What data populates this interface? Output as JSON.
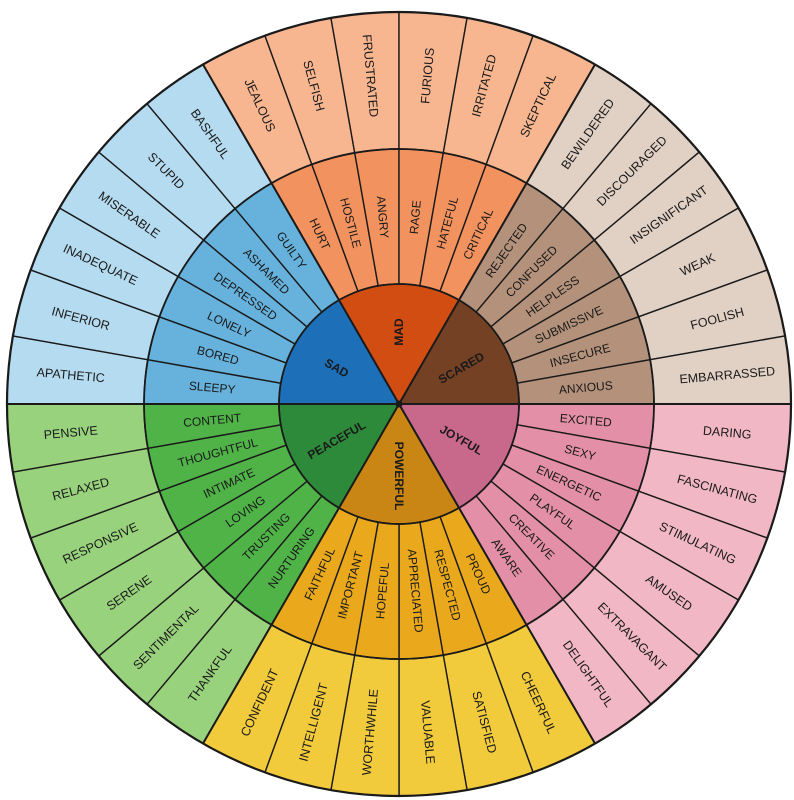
{
  "colors": {
    "stroke": "#1a1a1a",
    "background": "#ffffff"
  },
  "emotions": [
    {
      "key": "mad",
      "label": "MAD",
      "core_color": "#d24d12",
      "mid_color": "#f2925e",
      "outer_color": "#f8b690",
      "secondary": [
        "HURT",
        "HOSTILE",
        "ANGRY",
        "RAGE",
        "HATEFUL",
        "CRITICAL"
      ],
      "tertiary": [
        "JEALOUS",
        "SELFISH",
        "FRUSTRATED",
        "FURIOUS",
        "IRRITATED",
        "SKEPTICAL"
      ]
    },
    {
      "key": "scared",
      "label": "SCARED",
      "core_color": "#754124",
      "mid_color": "#b3917a",
      "outer_color": "#e1d0c4",
      "secondary": [
        "REJECTED",
        "CONFUSED",
        "HELPLESS",
        "SUBMISSIVE",
        "INSECURE",
        "ANXIOUS"
      ],
      "tertiary": [
        "BEWILDERED",
        "DISCOURAGED",
        "INSIGNIFICANT",
        "WEAK",
        "FOOLISH",
        "EMBARRASSED"
      ]
    },
    {
      "key": "joyful",
      "label": "JOYFUL",
      "core_color": "#c8688a",
      "mid_color": "#e38fa7",
      "outer_color": "#f2b7c5",
      "secondary": [
        "EXCITED",
        "SEXY",
        "ENERGETIC",
        "PLAYFUL",
        "CREATIVE",
        "AWARE"
      ],
      "tertiary": [
        "DARING",
        "FASCINATING",
        "STIMULATING",
        "AMUSED",
        "EXTRAVAGANT",
        "DELIGHTFUL"
      ]
    },
    {
      "key": "powerful",
      "label": "POWERFUL",
      "core_color": "#c98614",
      "mid_color": "#eaa91c",
      "outer_color": "#f2cb3c",
      "secondary": [
        "PROUD",
        "RESPECTED",
        "APPRECIATED",
        "HOPEFUL",
        "IMPORTANT",
        "FAITHFUL"
      ],
      "tertiary": [
        "CHEERFUL",
        "SATISFIED",
        "VALUABLE",
        "WORTHWHILE",
        "INTELLIGENT",
        "CONFIDENT"
      ]
    },
    {
      "key": "peaceful",
      "label": "PEACEFUL",
      "core_color": "#2d8a3a",
      "mid_color": "#4fb348",
      "outer_color": "#99d27c",
      "secondary": [
        "NURTURING",
        "TRUSTING",
        "LOVING",
        "INTIMATE",
        "THOUGHTFUL",
        "CONTENT"
      ],
      "tertiary": [
        "THANKFUL",
        "SENTIMENTAL",
        "SERENE",
        "RESPONSIVE",
        "RELAXED",
        "PENSIVE"
      ]
    },
    {
      "key": "sad",
      "label": "SAD",
      "core_color": "#1d6fb8",
      "mid_color": "#66b2dc",
      "outer_color": "#b5dbf0",
      "secondary": [
        "SLEEPY",
        "BORED",
        "LONELY",
        "DEPRESSED",
        "ASHAMED",
        "GUILTY"
      ],
      "tertiary": [
        "APATHETIC",
        "INFERIOR",
        "INADEQUATE",
        "MISERABLE",
        "STUPID",
        "BASHFUL"
      ]
    }
  ]
}
